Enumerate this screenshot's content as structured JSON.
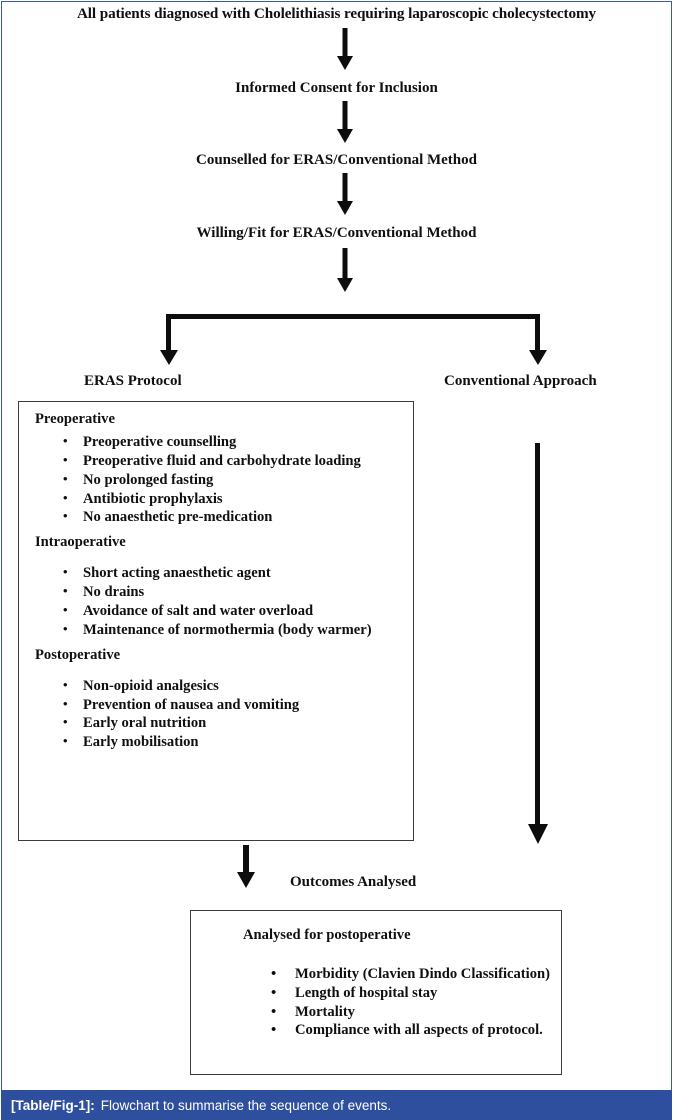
{
  "figure": {
    "title": "All patients diagnosed with Cholelithiasis requiring laparoscopic cholecystectomy",
    "steps": [
      "Informed Consent for Inclusion",
      "Counselled for ERAS/Conventional Method",
      "Willing/Fit for ERAS/Conventional Method"
    ],
    "branches": {
      "left_label": "ERAS Protocol",
      "right_label": "Conventional Approach"
    },
    "eras_box": {
      "sections": [
        {
          "heading": "Preoperative",
          "items": [
            "Preoperative counselling",
            "Preoperative fluid and carbohydrate loading",
            "No prolonged fasting",
            "Antibiotic prophylaxis",
            "No anaesthetic pre-medication"
          ]
        },
        {
          "heading": "Intraoperative",
          "items": [
            "Short acting anaesthetic agent",
            "No drains",
            "Avoidance of salt and water overload",
            "Maintenance of normothermia (body warmer)"
          ]
        },
        {
          "heading": "Postoperative",
          "items": [
            "Non-opioid analgesics",
            "Prevention of nausea and vomiting",
            "Early oral nutrition",
            "Early mobilisation"
          ]
        }
      ]
    },
    "outcomes_label": "Outcomes Analysed",
    "outcome_box": {
      "heading": "Analysed for postoperative",
      "items": [
        "Morbidity (Clavien Dindo Classification)",
        "Length of hospital stay",
        "Mortality",
        "Compliance with all aspects of protocol."
      ]
    },
    "caption": {
      "tag": "[Table/Fig-1]:",
      "text": "Flowchart to summarise the sequence of events."
    },
    "colors": {
      "caption_bar": "#2e4f9e",
      "frame_border": "#3a5ba0",
      "arrow": "#0d0d0d",
      "box_border": "#3b3b3b",
      "text": "#101010"
    }
  }
}
